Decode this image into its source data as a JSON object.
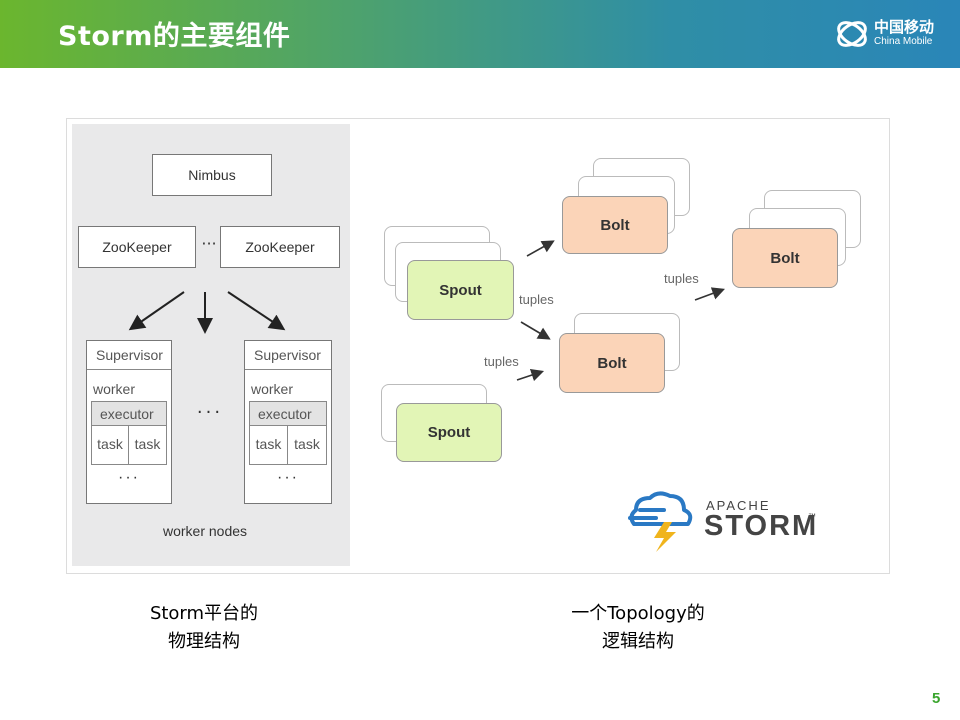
{
  "header": {
    "title": "Storm的主要组件",
    "logo_cn": "中国移动",
    "logo_en": "China Mobile",
    "colors": {
      "gradient_start": "#6bb62e",
      "gradient_end": "#2a86b8"
    }
  },
  "physical": {
    "nimbus": "Nimbus",
    "zookeeper_left": "ZooKeeper",
    "zookeeper_ellipsis": "···",
    "zookeeper_right": "ZooKeeper",
    "supervisors": [
      {
        "title": "Supervisor",
        "worker": "worker",
        "executor": "executor",
        "task1": "task",
        "task2": "task",
        "more": "···"
      },
      {
        "title": "Supervisor",
        "worker": "worker",
        "executor": "executor",
        "task1": "task",
        "task2": "task",
        "more": "···"
      }
    ],
    "between_ellipsis": "···",
    "worker_nodes_label": "worker nodes"
  },
  "logical": {
    "spout_top": "Spout",
    "spout_bottom": "Spout",
    "bolt_top": "Bolt",
    "bolt_mid": "Bolt",
    "bolt_right": "Bolt",
    "tuples_1": "tuples",
    "tuples_2": "tuples",
    "tuples_3": "tuples"
  },
  "storm_logo": {
    "apache": "APACHE",
    "storm": "STORM",
    "tm": "™"
  },
  "captions": {
    "left_line1": "Storm平台的",
    "left_line2": "物理结构",
    "right_line1": "一个Topology的",
    "right_line2": "逻辑结构"
  },
  "page_number": "5"
}
